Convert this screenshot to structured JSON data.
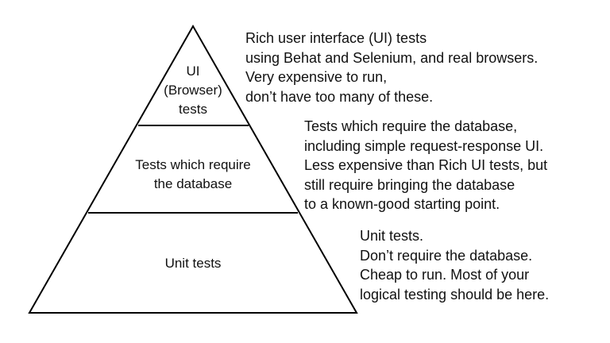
{
  "pyramid": {
    "tiers": [
      {
        "id": "ui",
        "lines": [
          "UI",
          "(Browser)",
          "tests"
        ]
      },
      {
        "id": "database",
        "lines": [
          "Tests which require",
          "the database"
        ]
      },
      {
        "id": "unit",
        "lines": [
          "Unit tests"
        ]
      }
    ]
  },
  "descriptions": {
    "ui": [
      "Rich user interface (UI) tests",
      "using Behat and Selenium, and real browsers.",
      "Very expensive to run,",
      "don’t have too many of these."
    ],
    "database": [
      "Tests which require the database,",
      "including simple request-response UI.",
      "Less expensive than Rich UI tests, but",
      "still require bringing the database",
      "to a known-good starting point."
    ],
    "unit": [
      "Unit tests.",
      "Don’t require the database.",
      "Cheap to run. Most of your",
      "logical testing should be here."
    ]
  },
  "colors": {
    "stroke": "#000000",
    "text": "#111111",
    "background": "#ffffff"
  }
}
